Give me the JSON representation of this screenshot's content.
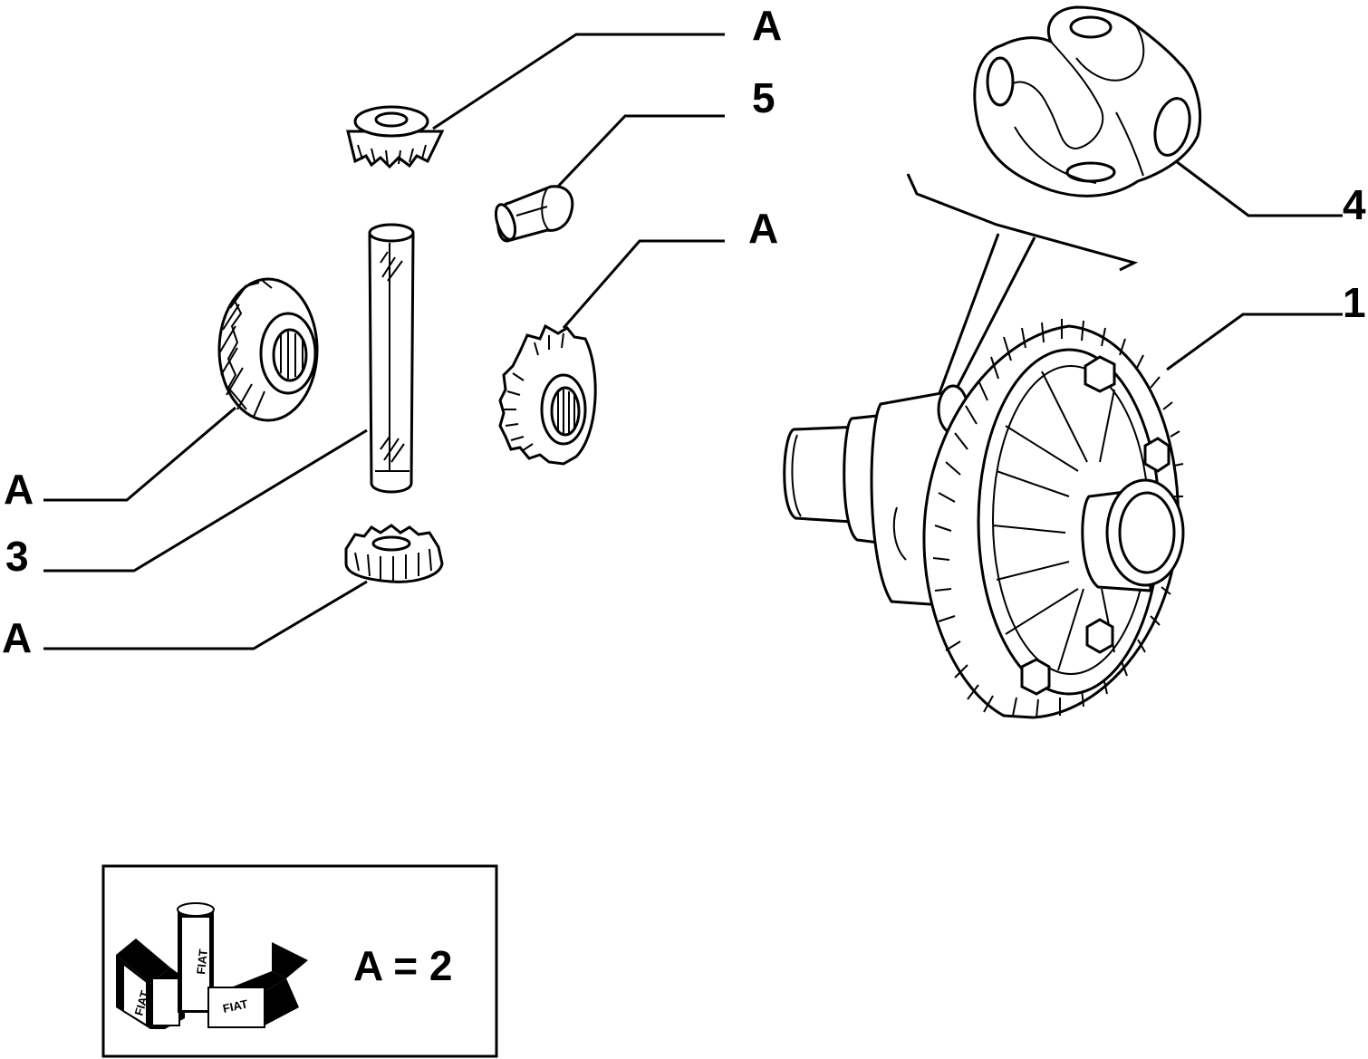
{
  "callouts": {
    "top_gear": "A",
    "pin": "5",
    "side_gear_right": "A",
    "side_gear_left": "A",
    "shaft": "3",
    "bottom_gear": "A",
    "carrier": "4",
    "housing": "1"
  },
  "legend": {
    "equation": "A = 2",
    "brand": "FIAT"
  }
}
